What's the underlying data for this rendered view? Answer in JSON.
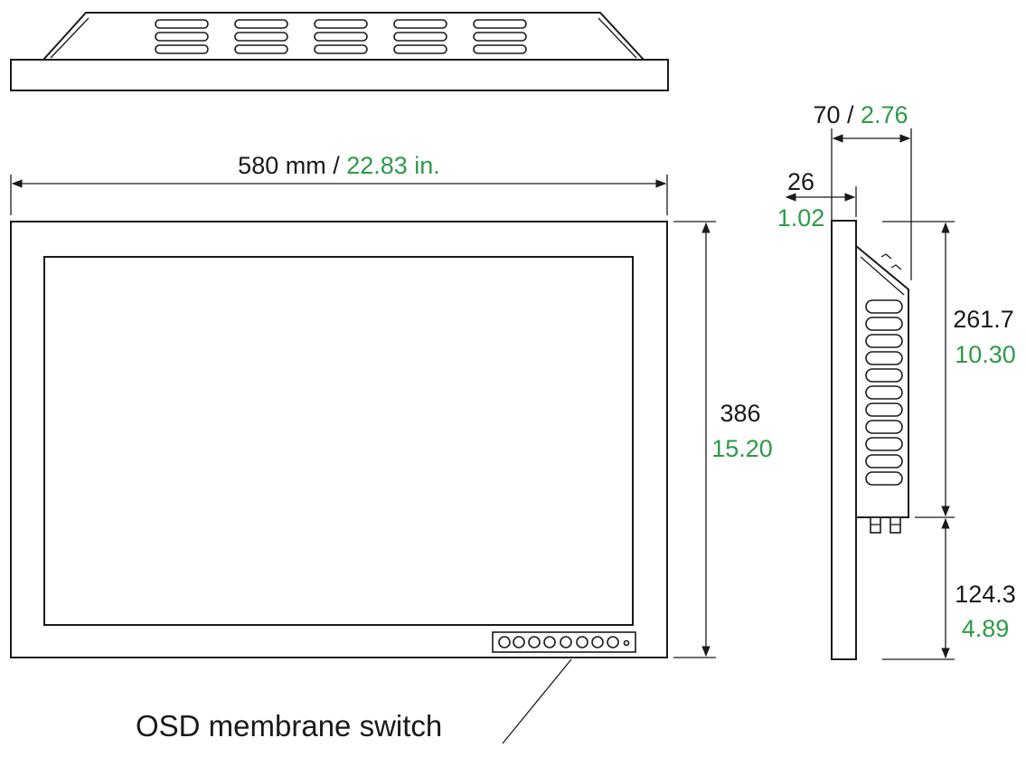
{
  "dimensions": {
    "width": {
      "metric": "580 mm / ",
      "imperial": "22.83 in."
    },
    "height": {
      "metric": "386",
      "imperial": "15.20"
    },
    "depth": {
      "metric": "70 / ",
      "imperial": "2.76"
    },
    "bezel": {
      "metric": "26",
      "imperial": "1.02"
    },
    "upper": {
      "metric": "261.7",
      "imperial": "10.30"
    },
    "lower": {
      "metric": "124.3",
      "imperial": "4.89"
    }
  },
  "callouts": {
    "osd": "OSD membrane switch"
  },
  "colors": {
    "imperial": "#2e9a48",
    "line": "#1a1a1a"
  }
}
